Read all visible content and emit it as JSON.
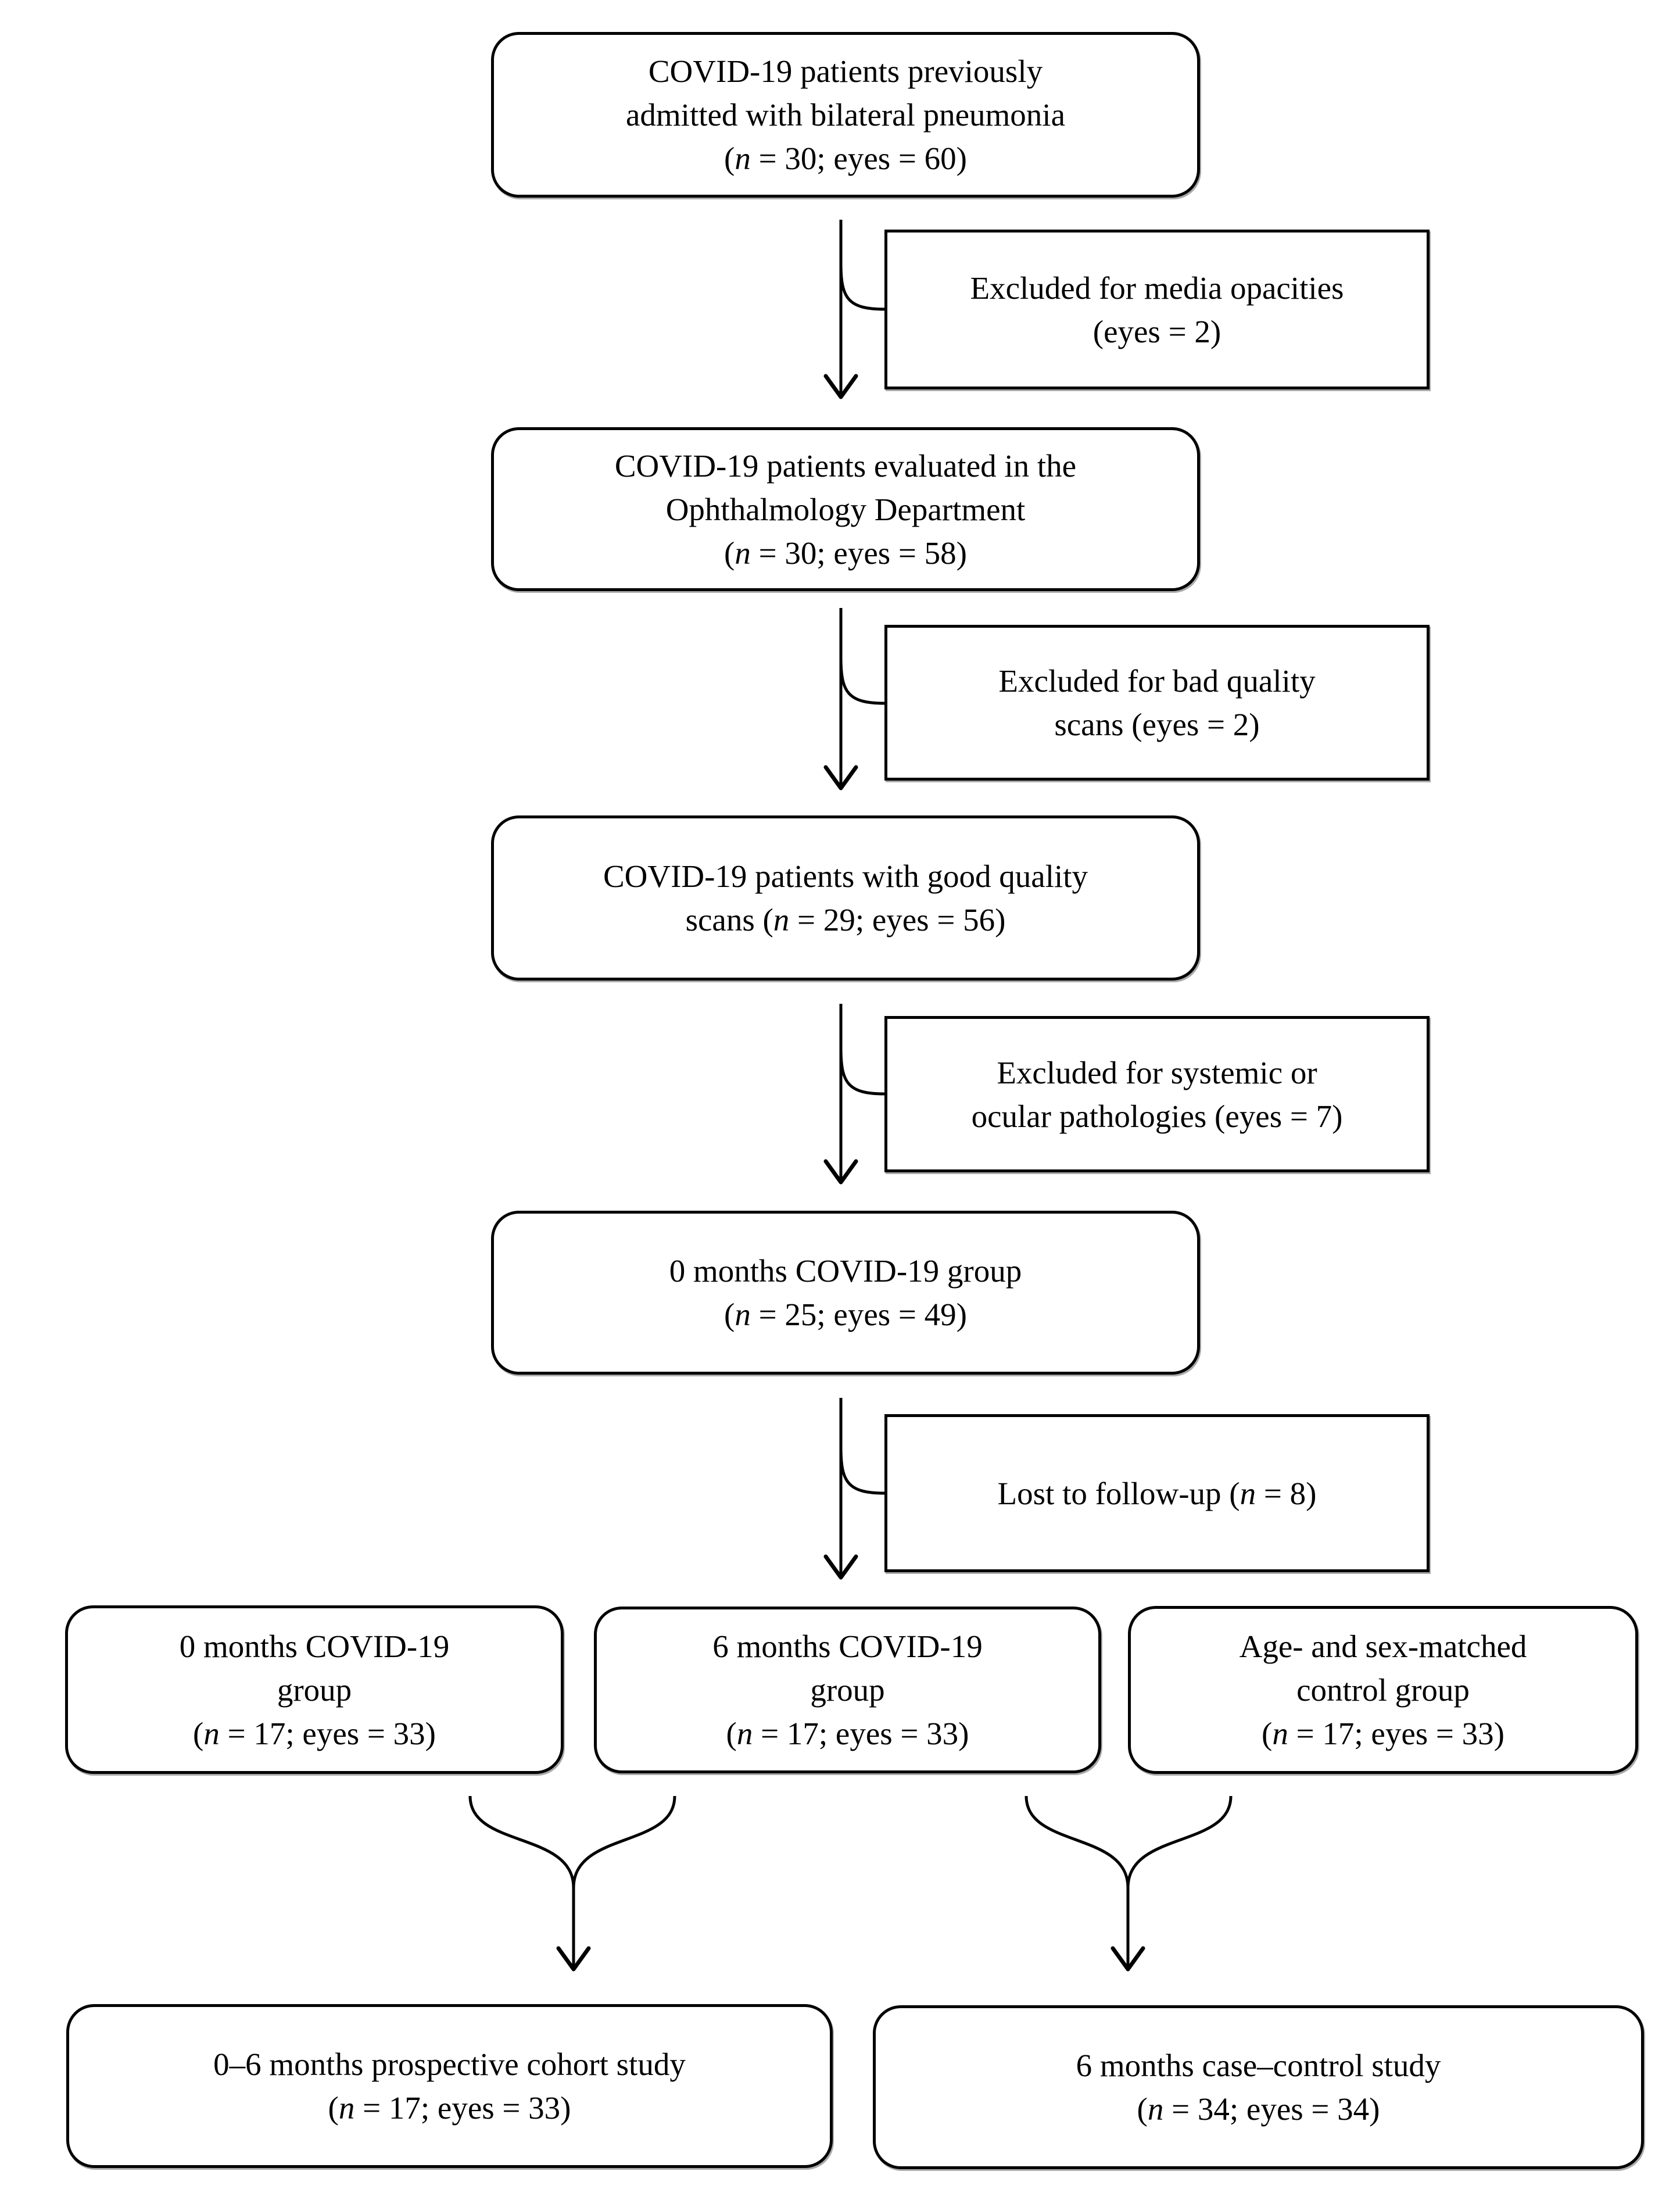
{
  "figure": {
    "type": "patient-flow-diagram",
    "colors": {
      "ink": "#000000",
      "background": "#ffffff"
    }
  },
  "boxes": {
    "admitted": {
      "lines": [
        "COVID-19 patients previously",
        "admitted with bilateral pneumonia"
      ],
      "stats_pre": "(",
      "stats_it": "n",
      "stats_post": " = 30; eyes = 60)"
    },
    "excl_media": {
      "lines": [
        "Excluded for media opacities"
      ],
      "stats_pre": "(eyes = 2)",
      "stats_it": "",
      "stats_post": ""
    },
    "evaluated": {
      "lines": [
        "COVID-19 patients evaluated in the",
        "Ophthalmology Department"
      ],
      "stats_pre": "(",
      "stats_it": "n",
      "stats_post": " = 30; eyes = 58)"
    },
    "excl_quality": {
      "lines": [
        "Excluded for bad quality"
      ],
      "stats_pre": "scans (eyes = 2)",
      "stats_it": "",
      "stats_post": ""
    },
    "good_scans": {
      "lines": [
        "COVID-19 patients with good quality"
      ],
      "stats_pre": "scans (",
      "stats_it": "n",
      "stats_post": " = 29; eyes = 56)"
    },
    "excl_path": {
      "lines": [
        "Excluded for systemic or"
      ],
      "stats_pre": "ocular pathologies (eyes = 7)",
      "stats_it": "",
      "stats_post": ""
    },
    "group0": {
      "lines": [
        "0 months COVID-19 group"
      ],
      "stats_pre": "(",
      "stats_it": "n",
      "stats_post": " = 25; eyes = 49)"
    },
    "lost": {
      "lines": [],
      "stats_pre": "Lost to follow-up  (",
      "stats_it": "n",
      "stats_post": " = 8)"
    },
    "row_0months": {
      "lines": [
        "0 months COVID-19",
        "group"
      ],
      "stats_pre": "(",
      "stats_it": "n",
      "stats_post": " = 17; eyes = 33)"
    },
    "row_6months": {
      "lines": [
        "6 months COVID-19",
        "group"
      ],
      "stats_pre": "(",
      "stats_it": "n",
      "stats_post": " = 17; eyes = 33)"
    },
    "row_control": {
      "lines": [
        "Age- and sex-matched",
        "control group"
      ],
      "stats_pre": "(",
      "stats_it": "n",
      "stats_post": " = 17; eyes = 33)"
    },
    "cohort_study": {
      "lines": [
        "0–6 months prospective cohort study"
      ],
      "stats_pre": "(",
      "stats_it": "n",
      "stats_post": " = 17; eyes = 33)"
    },
    "case_control_study": {
      "lines": [
        "6 months case–control study"
      ],
      "stats_pre": "(",
      "stats_it": "n",
      "stats_post": " = 34; eyes = 34)"
    }
  }
}
